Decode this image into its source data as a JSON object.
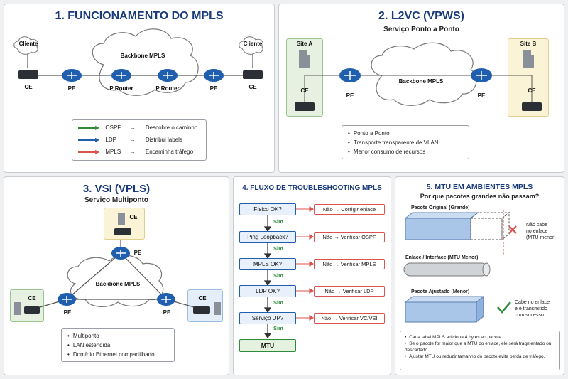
{
  "p1": {
    "title": "1. FUNCIONAMENTO DO MPLS",
    "cloud": "Backbone MPLS",
    "client_left": "Cliente",
    "client_right": "Cliente",
    "ce_left": "CE",
    "pe_left": "PE",
    "p1": "P Router",
    "p2": "P Router",
    "pe_right": "PE",
    "ce_right": "CE",
    "legend": [
      {
        "name": "OSPF",
        "desc": "Descobre o caminho",
        "color": "#2e8b3a"
      },
      {
        "name": "LDP",
        "desc": "Distribui labels",
        "color": "#1f5fae"
      },
      {
        "name": "MPLS",
        "desc": "Encaminha tráfego",
        "color": "#d9534f"
      }
    ]
  },
  "p2": {
    "title": "2. L2VC (VPWS)",
    "subtitle": "Serviço Ponto a Ponto",
    "site_a": "Site A",
    "site_b": "Site B",
    "ce_a": "CE",
    "ce_b": "CE",
    "pe_a": "PE",
    "pe_b": "PE",
    "cloud": "Backbone MPLS",
    "bullets": [
      "Ponto a Ponto",
      "Transporte transparente de VLAN",
      "Menor consumo de recursos"
    ]
  },
  "p3": {
    "title": "3. VSI (VPLS)",
    "subtitle": "Serviço Multiponto",
    "ce_top": "CE",
    "pe_top": "PE",
    "ce_left": "CE",
    "pe_left": "PE",
    "ce_right": "CE",
    "pe_right": "PE",
    "cloud": "Backbone MPLS",
    "bullets": [
      "Multiponto",
      "LAN estendida",
      "Domínio Ethernet compartilhado"
    ]
  },
  "p4": {
    "title": "4. FLUXO DE TROUBLESHOOTING MPLS",
    "steps": [
      {
        "q": "Físico OK?",
        "no": "Não  →  Corrigir enlace"
      },
      {
        "q": "Ping Loopback?",
        "no": "Não  →  Verificar OSPF"
      },
      {
        "q": "MPLS OK?",
        "no": "Não  →  Verificar MPLS"
      },
      {
        "q": "LDP OK?",
        "no": "Não  →  Verificar LDP"
      },
      {
        "q": "Serviço UP?",
        "no": "Não  →  Verificar VC/VSI"
      }
    ],
    "yes": "Sim",
    "end": "MTU"
  },
  "p5": {
    "title": "5. MTU EM AMBIENTES MPLS",
    "subtitle": "Por que pacotes grandes não passam?",
    "pkt_orig": "Pacote Original (Grande)",
    "no_fit": "Não cabe\nno enlace\n(MTU menor)",
    "iface": "Enlace / Interface (MTU Menor)",
    "pkt_adj": "Pacote Ajustado (Menor)",
    "fit": "Cabe no enlace\ne é transmitido\ncom sucesso",
    "notes": [
      "Cada label MPLS adiciona 4 bytes ao pacote.",
      "Se o pacote for maior que a MTU do enlace, ele será fragmentado ou descartado.",
      "Ajustar MTU ou reduzir tamanho do pacote evita perda de tráfego."
    ]
  },
  "colors": {
    "title": "#1a3b7a",
    "router": "#1f5fae",
    "green": "#2e8b3a",
    "red": "#d9534f"
  }
}
